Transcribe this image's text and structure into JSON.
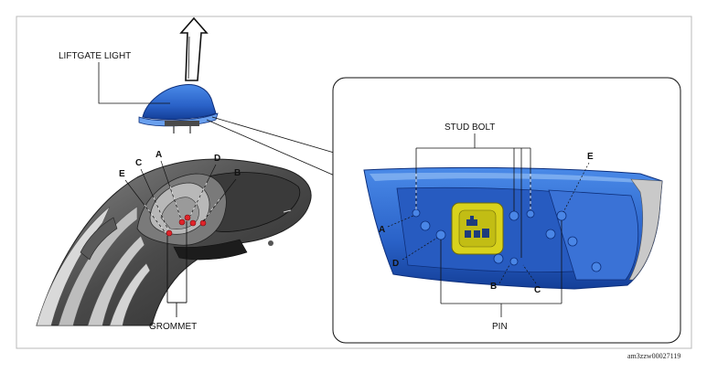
{
  "labels": {
    "liftgate_light": "LIFTGATE LIGHT",
    "stud_bolt": "STUD BOLT",
    "pin": "PIN",
    "grommet": "GROMMET",
    "left_a": "A",
    "left_b": "B",
    "left_c": "C",
    "left_d": "D",
    "left_e": "E",
    "right_a": "A",
    "right_b": "B",
    "right_c": "C",
    "right_d": "D",
    "right_e": "E"
  },
  "figure_code": "am3zzw00027119",
  "colors": {
    "lamp_blue": "#2f6fd6",
    "lamp_dark": "#123f9e",
    "grommet_yellow": "#d8d21c",
    "marker_red": "#e0242a",
    "outline": "#222222"
  }
}
